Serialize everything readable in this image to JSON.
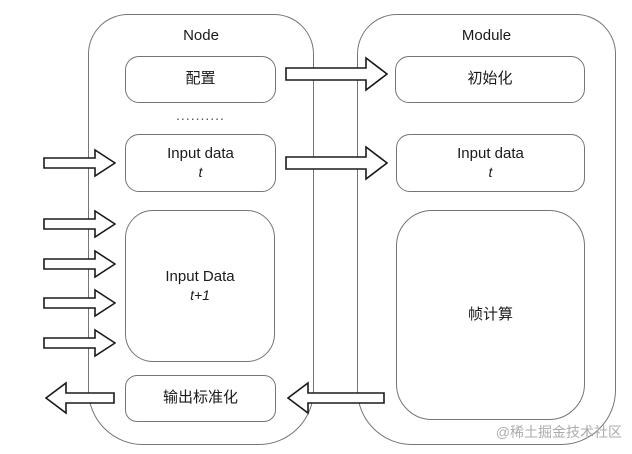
{
  "diagram": {
    "node_panel": {
      "title": "Node",
      "config_label": "配置",
      "dots": "..........",
      "input_t_line1": "Input data",
      "input_t_line2": "t",
      "input_t1_line1": "Input Data",
      "input_t1_line2": "t+1",
      "output_label": "输出标准化"
    },
    "module_panel": {
      "title": "Module",
      "init_label": "初始化",
      "input_t_line1": "Input data",
      "input_t_line2": "t",
      "frame_label": "帧计算"
    },
    "watermark": "@稀土掘金技术社区",
    "colors": {
      "border": "#757575",
      "arrow": "#1a1a1a",
      "text": "#1a1a1a",
      "watermark": "#ababab",
      "background": "#ffffff"
    }
  }
}
